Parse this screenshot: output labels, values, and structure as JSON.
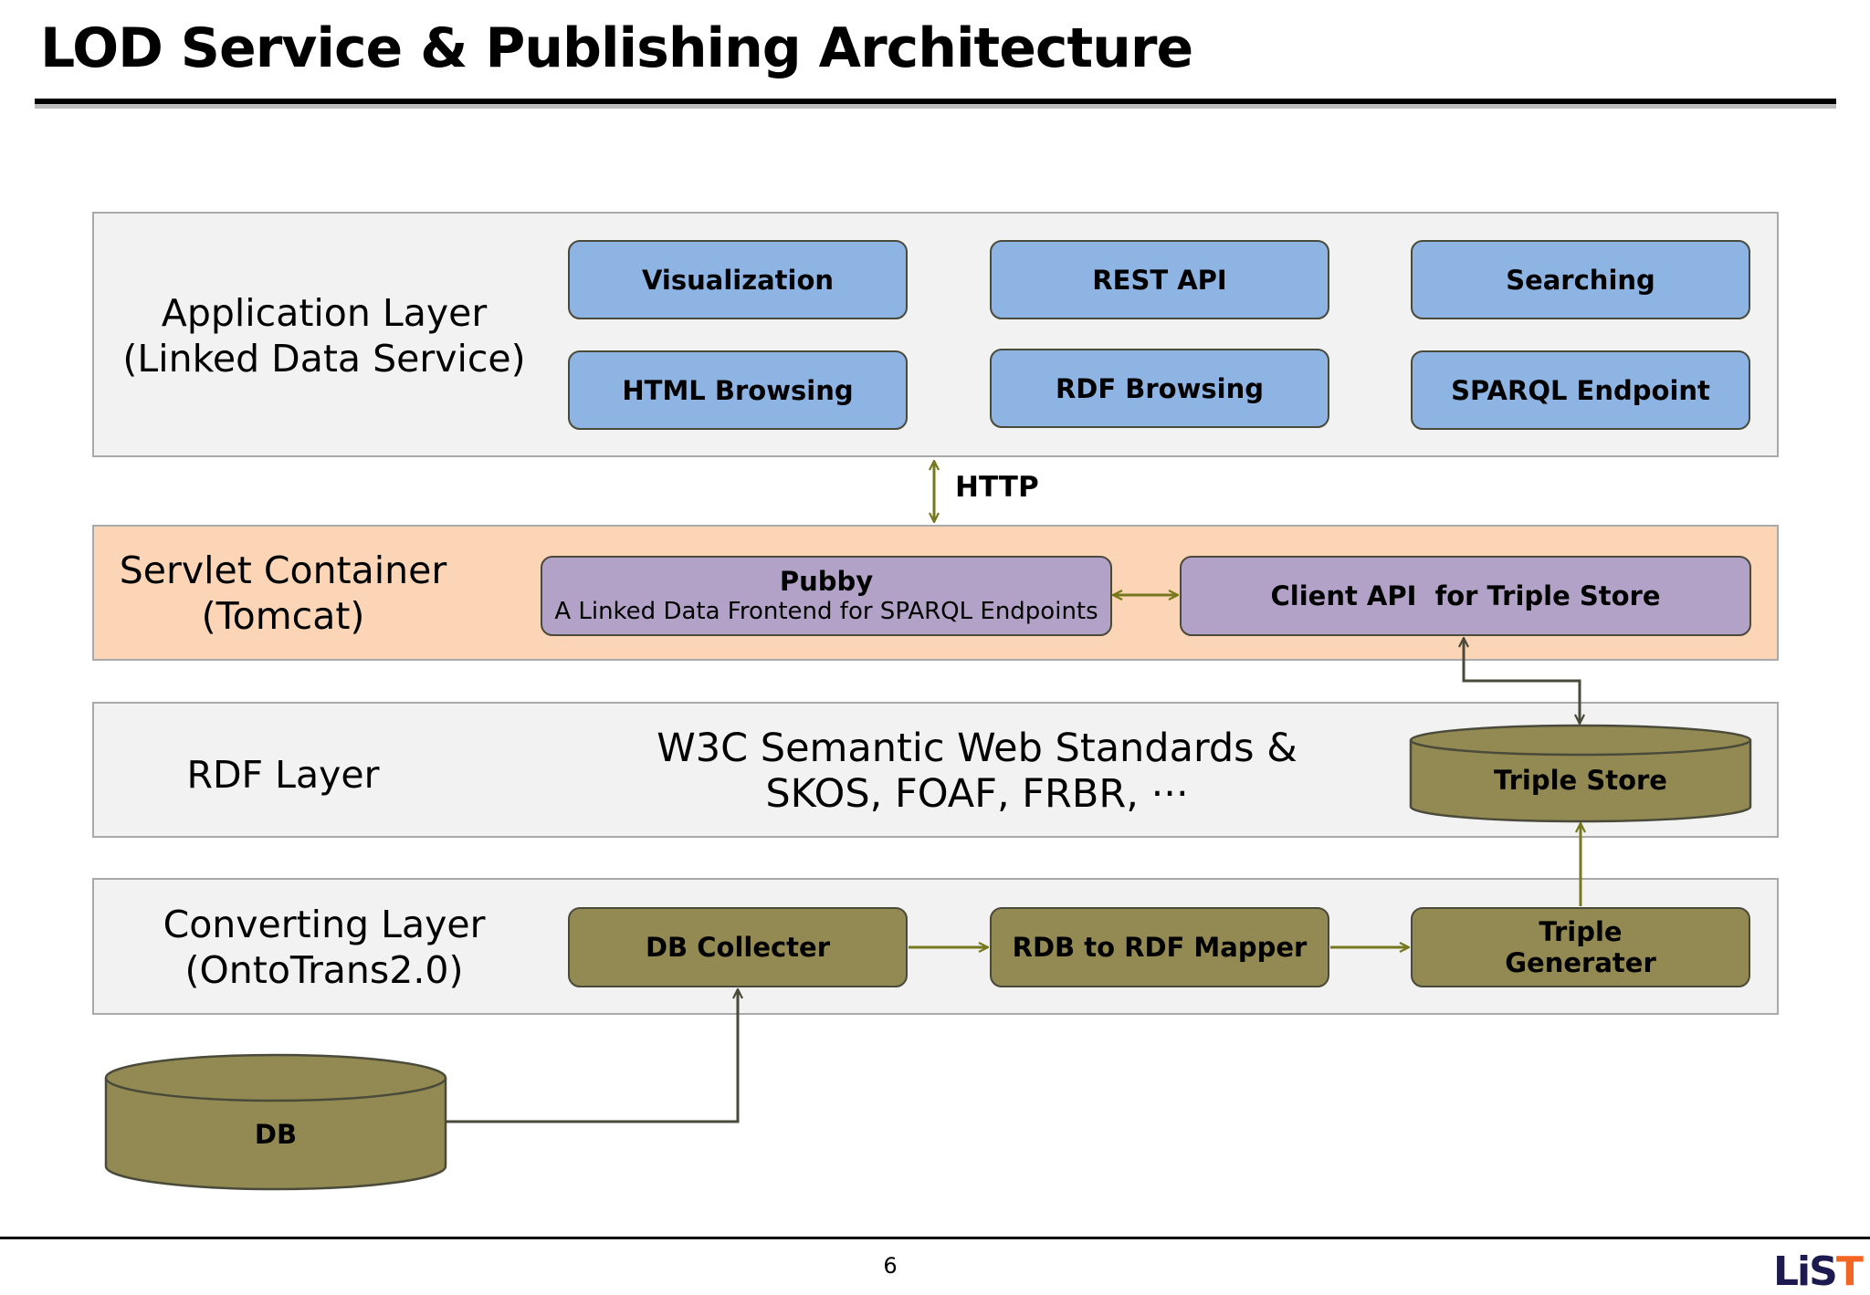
{
  "slide": {
    "title": "LOD Service & Publishing Architecture",
    "page_number": "6",
    "logo": {
      "main": "LiS",
      "accent": "T",
      "main_color": "#1c1a4e",
      "accent_color": "#f26522"
    }
  },
  "layers": {
    "application": {
      "label": "Application Layer\n(Linked Data Service)",
      "background": "#f2f2f2",
      "components": [
        {
          "label": "Visualization"
        },
        {
          "label": "REST API"
        },
        {
          "label": "Searching"
        },
        {
          "label": "HTML Browsing"
        },
        {
          "label": "RDF Browsing"
        },
        {
          "label": "SPARQL Endpoint"
        }
      ]
    },
    "servlet": {
      "label": "Servlet Container\n(Tomcat)",
      "background": "#fbd5b5",
      "pubby": {
        "title": "Pubby",
        "subtitle": "A Linked Data Frontend for SPARQL Endpoints"
      },
      "client_api": {
        "label": "Client API  for Triple Store"
      }
    },
    "rdf": {
      "label": "RDF Layer",
      "standards": "W3C Semantic Web Standards &\nSKOS, FOAF, FRBR, ···",
      "triple_store": {
        "label": "Triple Store"
      }
    },
    "converting": {
      "label": "Converting Layer\n(OntoTrans2.0)",
      "components": [
        {
          "label": "DB Collecter"
        },
        {
          "label": "RDB to RDF Mapper"
        },
        {
          "label": "Triple\nGenerater"
        }
      ]
    }
  },
  "database": {
    "label": "DB"
  },
  "connections": {
    "http_label": "HTTP",
    "arrow_color": "#76781e",
    "line_color": "#4a4a3a"
  },
  "colors": {
    "blue_box": "#8eb4e3",
    "purple_box": "#b3a2c7",
    "olive_box": "#938953"
  }
}
